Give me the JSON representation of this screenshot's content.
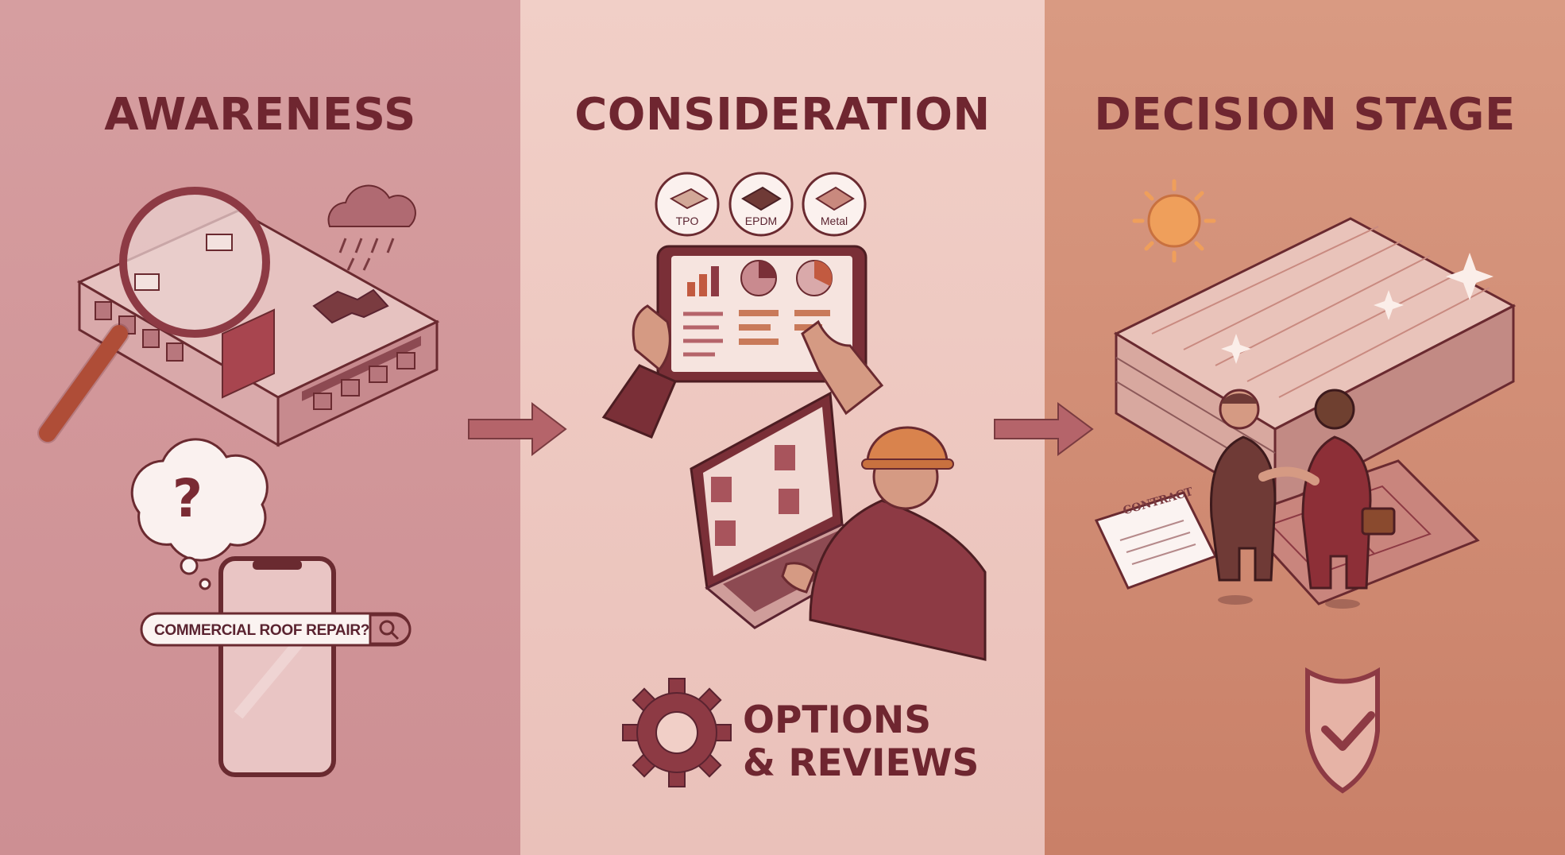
{
  "stages": [
    {
      "title": "AWARENESS"
    },
    {
      "title": "CONSIDERATION"
    },
    {
      "title": "DECISION STAGE"
    }
  ],
  "search": {
    "query": "COMMERCIAL ROOF REPAIR?"
  },
  "materials": [
    "TPO",
    "EPDM",
    "Metal"
  ],
  "contract": {
    "label": "CONTRACT"
  },
  "options": {
    "line1": "OPTIONS",
    "line2": "& REVIEWS"
  },
  "colors": {
    "awareness_bg": "#d69ea0",
    "consideration_bg": "#f1cfc7",
    "decision_bg": "#d99a82",
    "heading": "#6f2630",
    "accent": "#c75a3a"
  },
  "icons": [
    "magnifier-icon",
    "rain-cloud-icon",
    "question-bubble-icon",
    "smartphone-icon",
    "search-icon",
    "tablet-chart-icon",
    "laptop-icon",
    "gear-icon",
    "sun-icon",
    "sparkle-icon",
    "handshake-icon",
    "shield-check-icon",
    "arrow-right-icon"
  ]
}
